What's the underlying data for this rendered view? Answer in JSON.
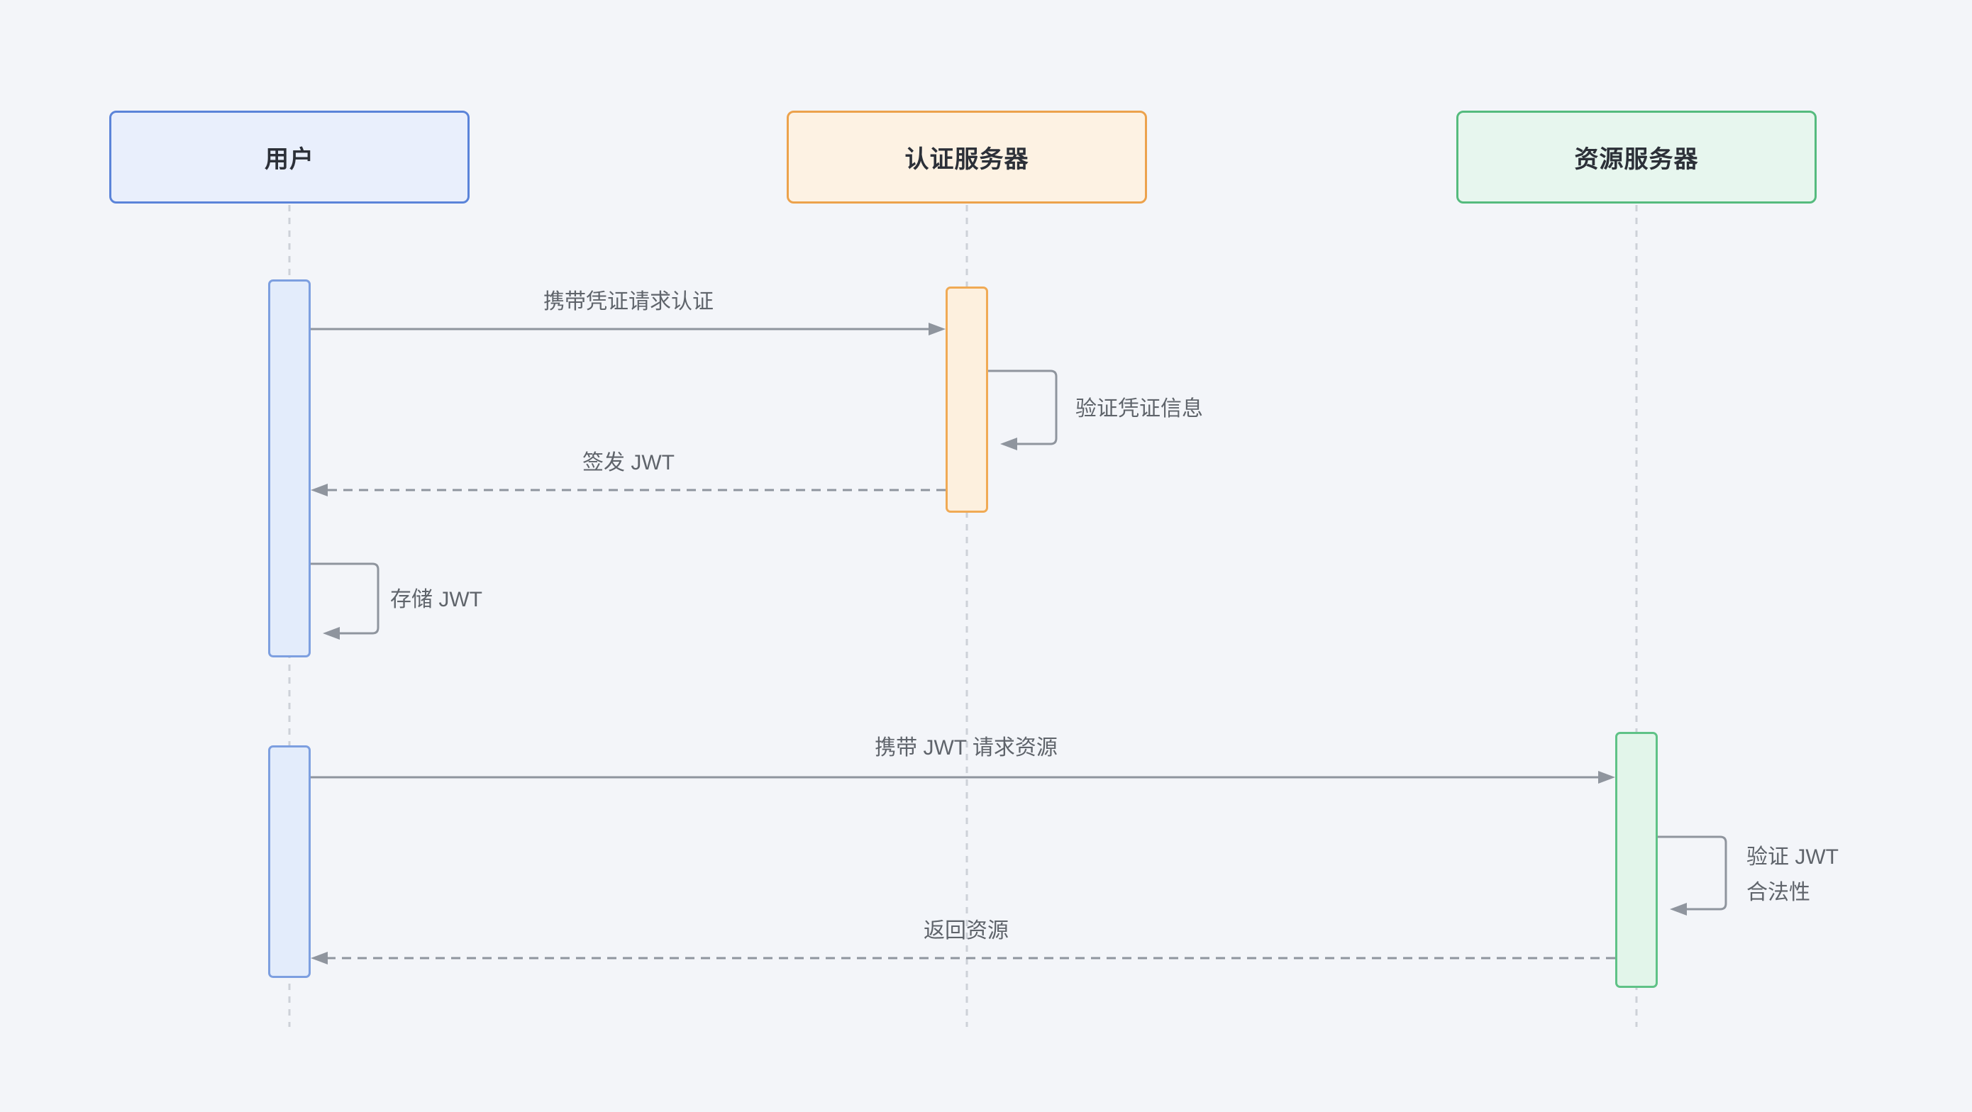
{
  "diagram": {
    "type": "sequence",
    "participants": [
      {
        "id": "user",
        "label": "用户",
        "border_color": "#5B84D9",
        "fill_color": "#E9EFFC"
      },
      {
        "id": "auth-server",
        "label": "认证服务器",
        "border_color": "#ECA24C",
        "fill_color": "#FDF2E3"
      },
      {
        "id": "resource-server",
        "label": "资源服务器",
        "border_color": "#55BB7E",
        "fill_color": "#E7F6EE"
      }
    ],
    "messages": [
      {
        "index": 1,
        "from": "user",
        "to": "auth-server",
        "label": "携带凭证请求认证",
        "line_style": "solid"
      },
      {
        "index": 2,
        "from": "auth-server",
        "to": "auth-server",
        "label": "验证凭证信息",
        "line_style": "self-loop"
      },
      {
        "index": 3,
        "from": "auth-server",
        "to": "user",
        "label": "签发 JWT",
        "line_style": "dashed"
      },
      {
        "index": 4,
        "from": "user",
        "to": "user",
        "label": "存储 JWT",
        "line_style": "self-loop"
      },
      {
        "index": 5,
        "from": "user",
        "to": "resource-server",
        "label": "携带 JWT 请求资源",
        "line_style": "solid"
      },
      {
        "index": 6,
        "from": "resource-server",
        "to": "resource-server",
        "label": "验证 JWT 合法性",
        "lines": [
          "验证 JWT",
          "合法性"
        ],
        "line_style": "self-loop"
      },
      {
        "index": 7,
        "from": "resource-server",
        "to": "user",
        "label": "返回资源",
        "line_style": "dashed"
      }
    ],
    "colors": {
      "background": "#F3F5F9",
      "arrow": "#8F959E",
      "lifeline": "#CDD1D8",
      "label_text": "#5F646B",
      "participant_text": "#2C3038"
    }
  }
}
